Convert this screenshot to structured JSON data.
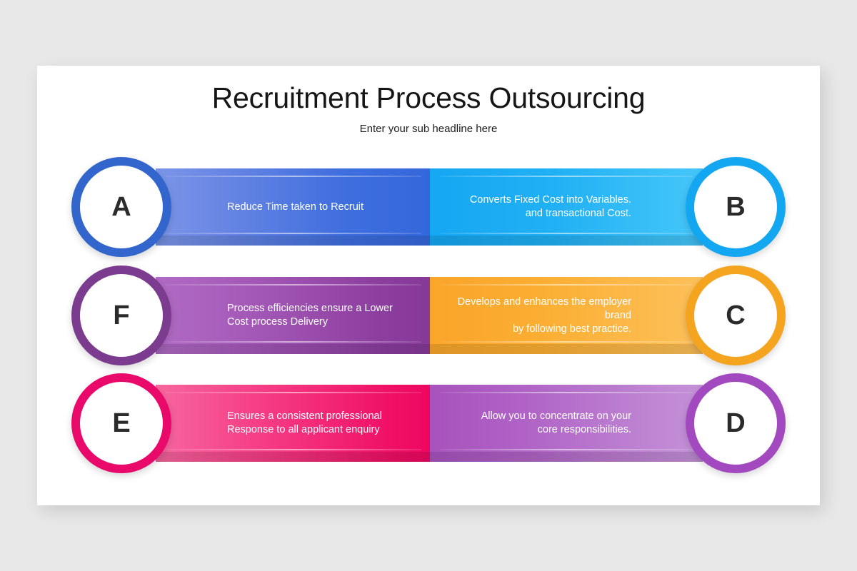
{
  "background_color": "#e8e8e8",
  "card": {
    "background_color": "#ffffff",
    "title": "Recruitment Process Outsourcing",
    "subtitle": "Enter your sub headline here"
  },
  "items": [
    {
      "letter": "A",
      "side": "left",
      "line1": "Reduce Time taken to Recruit",
      "line2": "",
      "bar_color_start": "#7b96e8",
      "bar_color_end": "#3467dc",
      "ring_color": "#3366cc"
    },
    {
      "letter": "B",
      "side": "right",
      "line1": "Converts Fixed Cost into Variables.",
      "line2": "and transactional Cost.",
      "bar_color_start": "#15a7f2",
      "bar_color_end": "#45c6f9",
      "ring_color": "#13a6f1"
    },
    {
      "letter": "F",
      "side": "left",
      "line1": "Process efficiencies ensure a Lower",
      "line2": "Cost process Delivery",
      "bar_color_start": "#b06bc4",
      "bar_color_end": "#853996",
      "ring_color": "#7b3b8e"
    },
    {
      "letter": "C",
      "side": "right",
      "line1": "Develops and enhances the employer brand",
      "line2": "by following best practice.",
      "bar_color_start": "#f9a52a",
      "bar_color_end": "#fcc05a",
      "ring_color": "#f5a41f"
    },
    {
      "letter": "E",
      "side": "left",
      "line1": "Ensures a consistent professional",
      "line2": "Response to all applicant enquiry",
      "bar_color_start": "#f7679e",
      "bar_color_end": "#ee0660",
      "ring_color": "#e8096b"
    },
    {
      "letter": "D",
      "side": "right",
      "line1": "Allow you to concentrate on your",
      "line2": "core responsibilities.",
      "bar_color_start": "#a852bd",
      "bar_color_end": "#c491d8",
      "ring_color": "#a349c0"
    }
  ]
}
